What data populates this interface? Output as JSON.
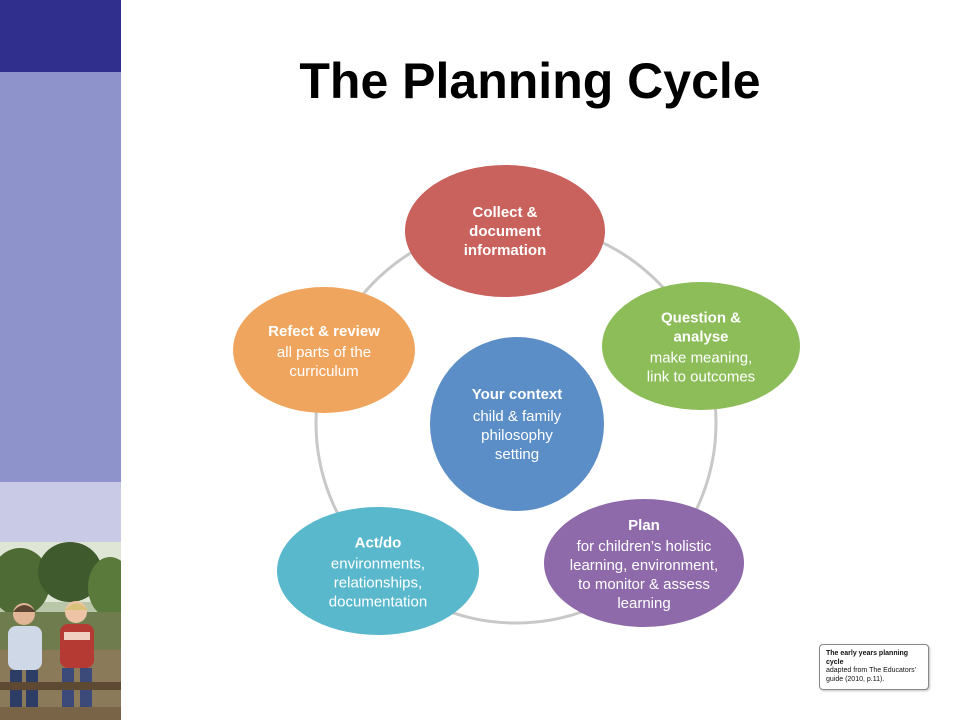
{
  "slide": {
    "title": "The Planning Cycle"
  },
  "colors": {
    "sidebar_dark": "#302f8e",
    "sidebar_mid": "#8f93cb",
    "sidebar_light": "#c8cae6",
    "collect": "#c9615c",
    "question": "#8dbd59",
    "plan": "#8e6aab",
    "act": "#5ab8cd",
    "reflect": "#f0a55e",
    "context": "#5b8dc6",
    "ring": "#c8c8c8"
  },
  "diagram": {
    "center": {
      "heading": "Your context",
      "lines": [
        "child & family",
        "philosophy",
        "setting"
      ]
    },
    "nodes": [
      {
        "id": "collect",
        "heading": [
          "Collect &",
          "document",
          "information"
        ],
        "lines": []
      },
      {
        "id": "question",
        "heading": [
          "Question &",
          "analyse"
        ],
        "lines": [
          "make meaning,",
          "link to outcomes"
        ]
      },
      {
        "id": "plan",
        "heading": [
          "Plan"
        ],
        "lines": [
          "for children’s holistic",
          "learning, environment,",
          "to monitor & assess",
          "learning"
        ]
      },
      {
        "id": "act",
        "heading": [
          "Act/do"
        ],
        "lines": [
          "environments,",
          "relationships,",
          "documentation"
        ]
      },
      {
        "id": "reflect",
        "heading": [
          "Refect & review"
        ],
        "lines": [
          "all parts of the",
          "curriculum"
        ]
      }
    ]
  },
  "caption": {
    "title": "The early years planning cycle",
    "lines": [
      "adapted from The Educators’",
      "guide (2010, p.11)."
    ]
  },
  "photo": {
    "icon": "children-photo"
  }
}
